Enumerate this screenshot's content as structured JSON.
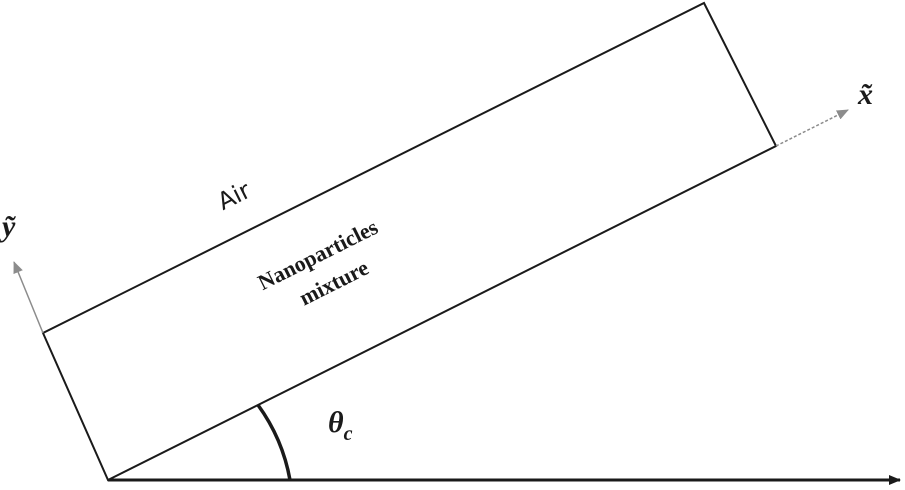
{
  "labels": {
    "air": "Air",
    "mixture_line1": "Nanoparticles",
    "mixture_line2": "mixture",
    "x_axis": "x̃",
    "y_axis": "ỹ",
    "angle_symbol": "θ",
    "angle_subscript": "c"
  },
  "colors": {
    "ink": "#1a1a1a",
    "axis_arrow": "#8c8c8c",
    "background": "#ffffff"
  }
}
